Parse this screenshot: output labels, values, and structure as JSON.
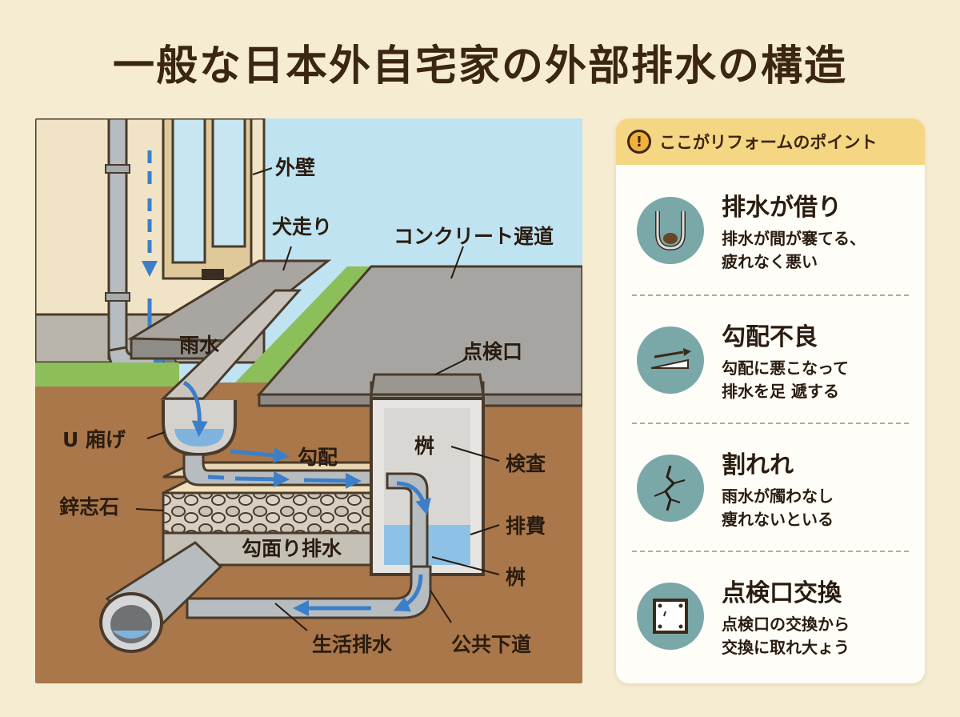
{
  "title": "一般な日本外自宅家の外部排水の構造",
  "diagram": {
    "labels": {
      "gaiheki": "外壁",
      "inubashiri": "犬走り",
      "concrete": "コンクリート遅道",
      "usui": "雨水",
      "tenkenguchi": "点検口",
      "u_channel": "U 廂げ",
      "koubai": "勾配",
      "masu_top": "桝",
      "kensa": "検査",
      "sasaeishi": "鋅志石",
      "haihi": "排費",
      "koubai_haisui": "勾面り排水",
      "masu_bottom": "桝",
      "seikatsu": "生活排水",
      "koukyou": "公共下道"
    }
  },
  "panel": {
    "header": "ここがリフォームのポイント",
    "warn_glyph": "!",
    "items": [
      {
        "icon": "trap-pipe-icon",
        "title": "排水が借り",
        "desc": "排水が間が褰てる、\n疲れなく悪い"
      },
      {
        "icon": "slope-arrow-icon",
        "title": "勾配不良",
        "desc": "勾配に悪こなって\n排水を足 遞する"
      },
      {
        "icon": "crack-icon",
        "title": "割れれ",
        "desc": "雨水が斶わなし\n瘦れないといる"
      },
      {
        "icon": "inspection-cover-icon",
        "title": "点検口交換",
        "desc": "点検口の交換から\n交換に取れ大ょう"
      }
    ]
  },
  "colors": {
    "background": "#f6ecd2",
    "sky": "#bfe3f1",
    "soil": "#a9774a",
    "concrete": "#a7a5a1",
    "pipe": "#b7bcc0",
    "water": "#7fb3de",
    "arrow": "#3c7fc9",
    "icon_bg": "#7aa7a8",
    "panel_header": "#f5d682"
  }
}
